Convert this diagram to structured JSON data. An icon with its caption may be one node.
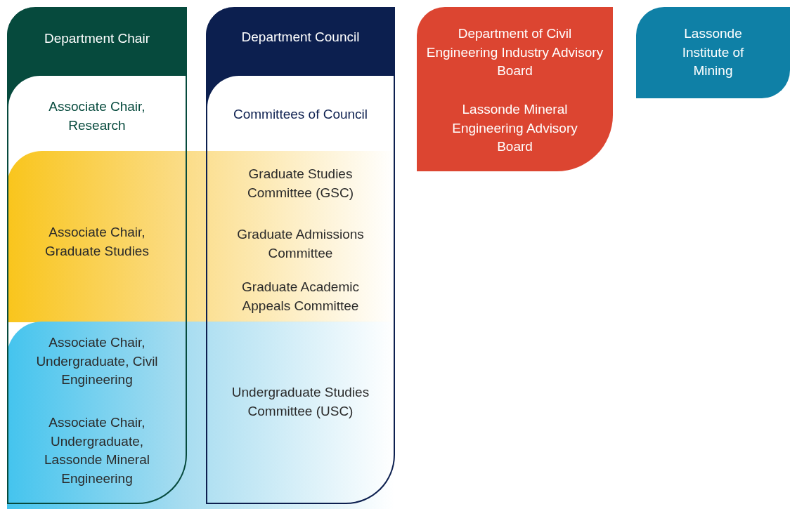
{
  "diagram": {
    "nodes": [
      {
        "text": [
          "Department Chair",
          "Associate Chair, Research",
          "Associate Chair, Graduate Studies",
          "Associate Chair, Undergraduate, Civil Engineering",
          "Associate Chair, Undergraduate, Lassonde Mineral Engineering"
        ]
      },
      {
        "text": [
          "Department Council",
          "Committees of Council",
          "Graduate Studies Committee (GSC)",
          "Graduate Admissions Committee",
          "Graduate Academic Appeals Committee",
          "Undergraduate Studies Committee (USC)"
        ]
      },
      {
        "text": [
          "Department of Civil Engineering Industry Advisory Board",
          "Lassonde Mineral Engineering Advisory Board"
        ]
      },
      {
        "text": [
          "Lassonde Institute of Mining"
        ]
      }
    ]
  }
}
